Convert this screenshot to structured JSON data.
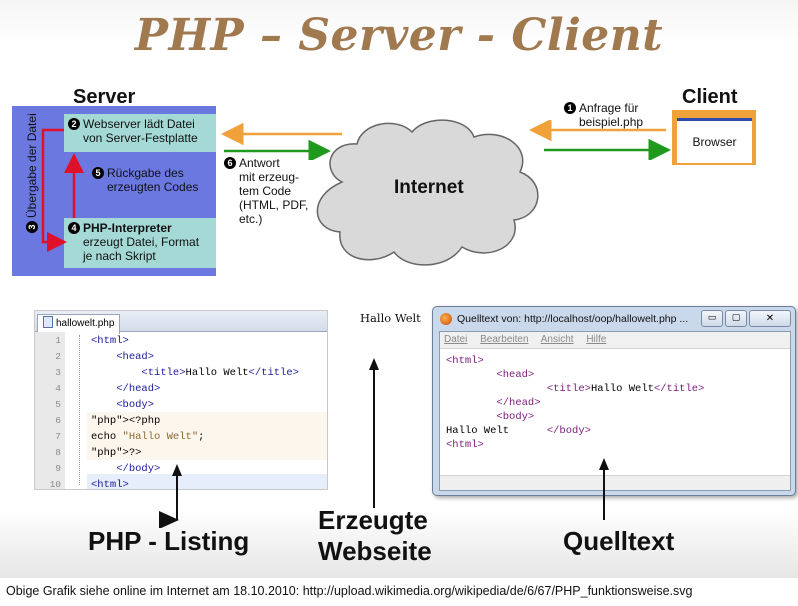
{
  "title": "PHP – Server - Client",
  "server": {
    "heading": "Server",
    "step2_num": "2",
    "step2_line1": "Webserver lädt Datei",
    "step2_line2": "von Server-Festplatte",
    "step3_num": "3",
    "step3_text": "Übergabe der Datei",
    "step5_num": "5",
    "step5_line1": "Rückgabe des",
    "step5_line2": "erzeugten Codes",
    "step4_num": "4",
    "step4_line1": "PHP-Interpreter",
    "step4_line2": "erzeugt Datei, Format",
    "step4_line3": "je nach Skript"
  },
  "client": {
    "heading": "Client",
    "browser_label": "Browser",
    "step1_num": "1",
    "step1_line1": "Anfrage für",
    "step1_line2": "beispiel.php"
  },
  "internet": {
    "label": "Internet",
    "step6_num": "6",
    "step6_lines": [
      "Antwort",
      "mit erzeug-",
      "tem Code",
      "(HTML, PDF,",
      "etc.)"
    ]
  },
  "editor": {
    "tab_label": "hallowelt.php",
    "line_numbers": [
      "1",
      "2",
      "3",
      "4",
      "5",
      "6",
      "7",
      "8",
      "9",
      "10"
    ],
    "lines": [
      "<html>",
      "    <head>",
      "        <title>Hallo Welt</title>",
      "    </head>",
      "    <body>",
      "<?php",
      "echo \"Hallo Welt\";",
      "?>",
      "    </body>",
      "<html>"
    ]
  },
  "webpage": {
    "text": "Hallo Welt"
  },
  "source_window": {
    "title": "Quelltext von: http://localhost/oop/hallowelt.php ...",
    "menu": [
      "Datei",
      "Bearbeiten",
      "Ansicht",
      "Hilfe"
    ],
    "lines": [
      "<html>",
      "        <head>",
      "                <title>Hallo Welt</title>",
      "        </head>",
      "        <body>",
      "Hallo Welt      </body>",
      "<html>"
    ],
    "btn_min": "▭",
    "btn_max": "▢",
    "btn_close": "✕"
  },
  "labels": {
    "php_listing": "PHP - Listing",
    "webpage_line1": "Erzeugte",
    "webpage_line2": "Webseite",
    "source": "Quelltext"
  },
  "footer": "Obige Grafik siehe online im Internet am 18.10.2010: http://upload.wikimedia.org/wikipedia/de/6/67/PHP_funktionsweise.svg",
  "colors": {
    "title": "#a0794f",
    "server_panel": "#6b78e0",
    "teal_box": "#a4d9d6",
    "arrow_orange": "#f0a13a",
    "arrow_green": "#1f9a1f",
    "arrow_red": "#e0102a",
    "browser_frame": "#f0a13a"
  }
}
